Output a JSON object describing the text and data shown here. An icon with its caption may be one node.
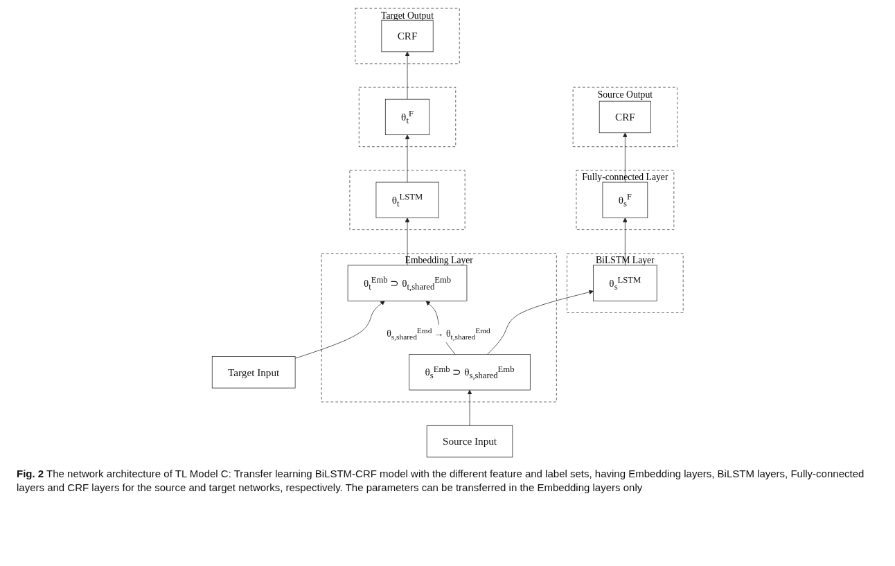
{
  "diagram": {
    "caption": "**Fig. 2** The network architecture of TL Model C: Transfer learning BiLSTM-CRF model with the different feature and label sets, having Embedding layers, BiLSTM layers, Fully-connected layers and CRF layers for the source and target networks, respectively. The parameters can be transferred in the Embedding layers only",
    "nodes": [
      {
        "text": [
          "Source Output"
        ]
      },
      {
        "text": [
          "CRF"
        ],
        "in": 0
      },
      {
        "text": [
          "Target Output"
        ]
      },
      {
        "text": [
          "CRF"
        ],
        "in": 2
      },
      {
        "text": [
          "Fully-connected Layer"
        ]
      },
      {
        "text": [
          "θ$_{s}$$^{F}$"
        ],
        "in": 4
      },
      {
        "text": [],
        "shape": "box"
      },
      {
        "text": [
          "θ$_{t}$$^{F}$"
        ],
        "in": 6
      },
      {
        "text": [
          "BiLSTM Layer"
        ]
      },
      {
        "text": [
          "θ$_{s}$$^{LSTM}$"
        ],
        "in": 8
      },
      {
        "text": [],
        "shape": "box"
      },
      {
        "text": [
          "θ$_{t}$$^{LSTM}$"
        ],
        "in": 10
      },
      {
        "text": [
          "Embedding Layer"
        ]
      },
      {
        "text": [
          "θ$_{s}$$^{Emb}$ ⊃ θ$_{s,shared}$$^{Emb}$"
        ],
        "in": 12
      },
      {
        "text": [
          "θ$_{t}$$^{Emb}$ ⊃ θ$_{t,shared}$$^{Emb}$"
        ],
        "in": 12
      },
      {
        "text": [
          "Source Input"
        ]
      },
      {
        "text": [
          "Target Input"
        ]
      }
    ],
    "edges": [
      {
        "from": 15,
        "to": 13,
        "arrow": "to"
      },
      {
        "from": 13,
        "to": 9,
        "arrow": "to"
      },
      {
        "from": 9,
        "to": 5,
        "arrow": "to"
      },
      {
        "from": 5,
        "to": 1,
        "arrow": "to"
      },
      {
        "from": 16,
        "to": 14,
        "arrow": "to"
      },
      {
        "from": 14,
        "to": 11,
        "arrow": "to"
      },
      {
        "from": 11,
        "to": 7,
        "arrow": "to"
      },
      {
        "from": 7,
        "to": 3,
        "arrow": "to"
      },
      {
        "from": 13,
        "to": 14,
        "arrow": "to",
        "label": "θ$_{s,shared}$$^{Emd}$ → θ$_{t,shared}$$^{Emd}$"
      }
    ]
  }
}
